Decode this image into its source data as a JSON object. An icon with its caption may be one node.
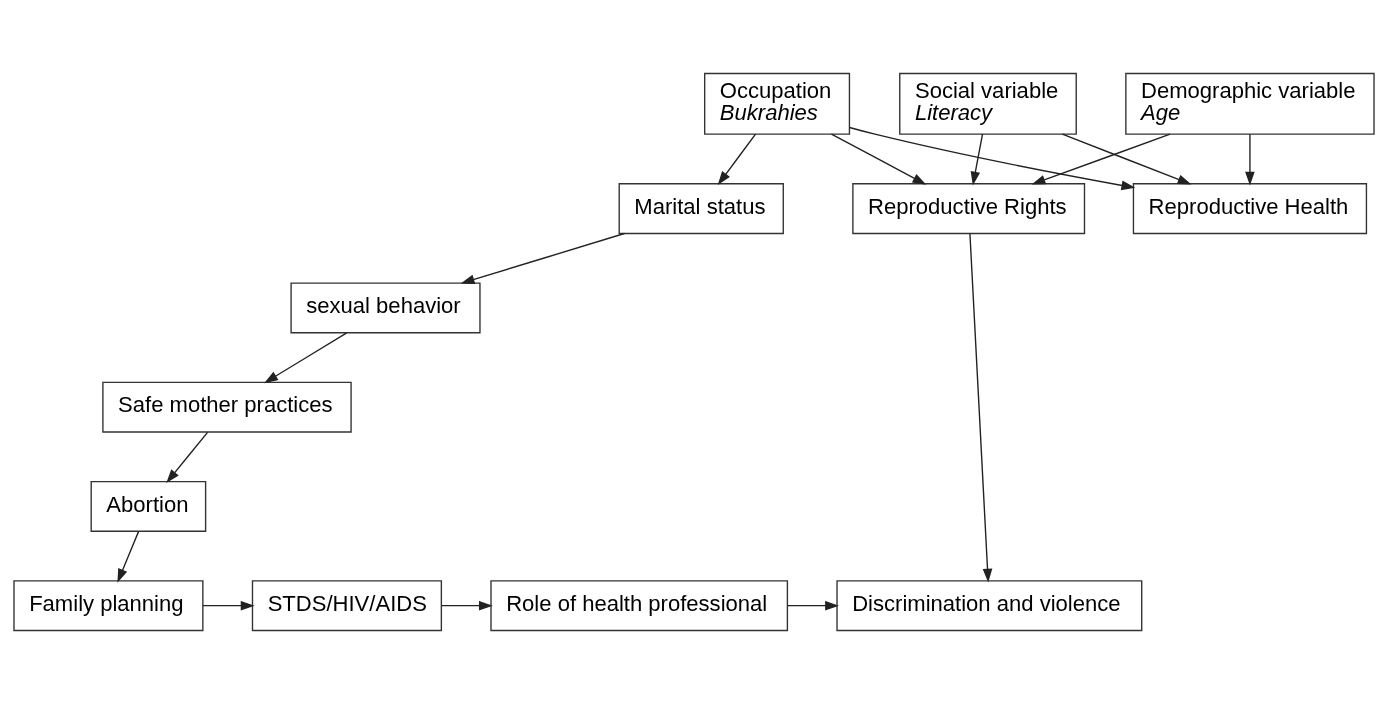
{
  "diagram": {
    "nodes": [
      {
        "text": [
          "Social variable",
          "Literacy"
        ]
      },
      {
        "text": [
          "Demographic variable",
          "Age"
        ]
      },
      {
        "text": [
          "Occupation",
          "Bukrahies"
        ]
      },
      {
        "text": [
          "Marital status"
        ]
      },
      {
        "text": [
          "Reproductive Rights"
        ]
      },
      {
        "text": [
          "Reproductive Health"
        ]
      },
      {
        "text": [
          "sexual behavior"
        ]
      },
      {
        "text": [
          "Safe mother practices"
        ]
      },
      {
        "text": [
          "Abortion"
        ]
      },
      {
        "text": [
          "Family planning"
        ]
      },
      {
        "text": [
          "STDS/HIV/AIDS"
        ]
      },
      {
        "text": [
          "Role of health professional"
        ]
      },
      {
        "text": [
          "Discrimination and violence"
        ]
      }
    ],
    "edges": [
      {
        "from": 0,
        "to": 4,
        "arrow": "to"
      },
      {
        "from": 0,
        "to": 5,
        "arrow": "to"
      },
      {
        "from": 1,
        "to": 4,
        "arrow": "to"
      },
      {
        "from": 1,
        "to": 5,
        "arrow": "to"
      },
      {
        "from": 2,
        "to": 4,
        "arrow": "to"
      },
      {
        "from": 2,
        "to": 5,
        "arrow": "to"
      },
      {
        "from": 2,
        "to": 3,
        "arrow": "to"
      },
      {
        "from": 3,
        "to": 6,
        "arrow": "to"
      },
      {
        "from": 6,
        "to": 7,
        "arrow": "to"
      },
      {
        "from": 7,
        "to": 8,
        "arrow": "to"
      },
      {
        "from": 8,
        "to": 9,
        "arrow": "to"
      },
      {
        "from": 9,
        "to": 10,
        "arrow": "to"
      },
      {
        "from": 10,
        "to": 11,
        "arrow": "to"
      },
      {
        "from": 11,
        "to": 12,
        "arrow": "to"
      },
      {
        "from": 4,
        "to": 12,
        "arrow": "to"
      }
    ]
  }
}
